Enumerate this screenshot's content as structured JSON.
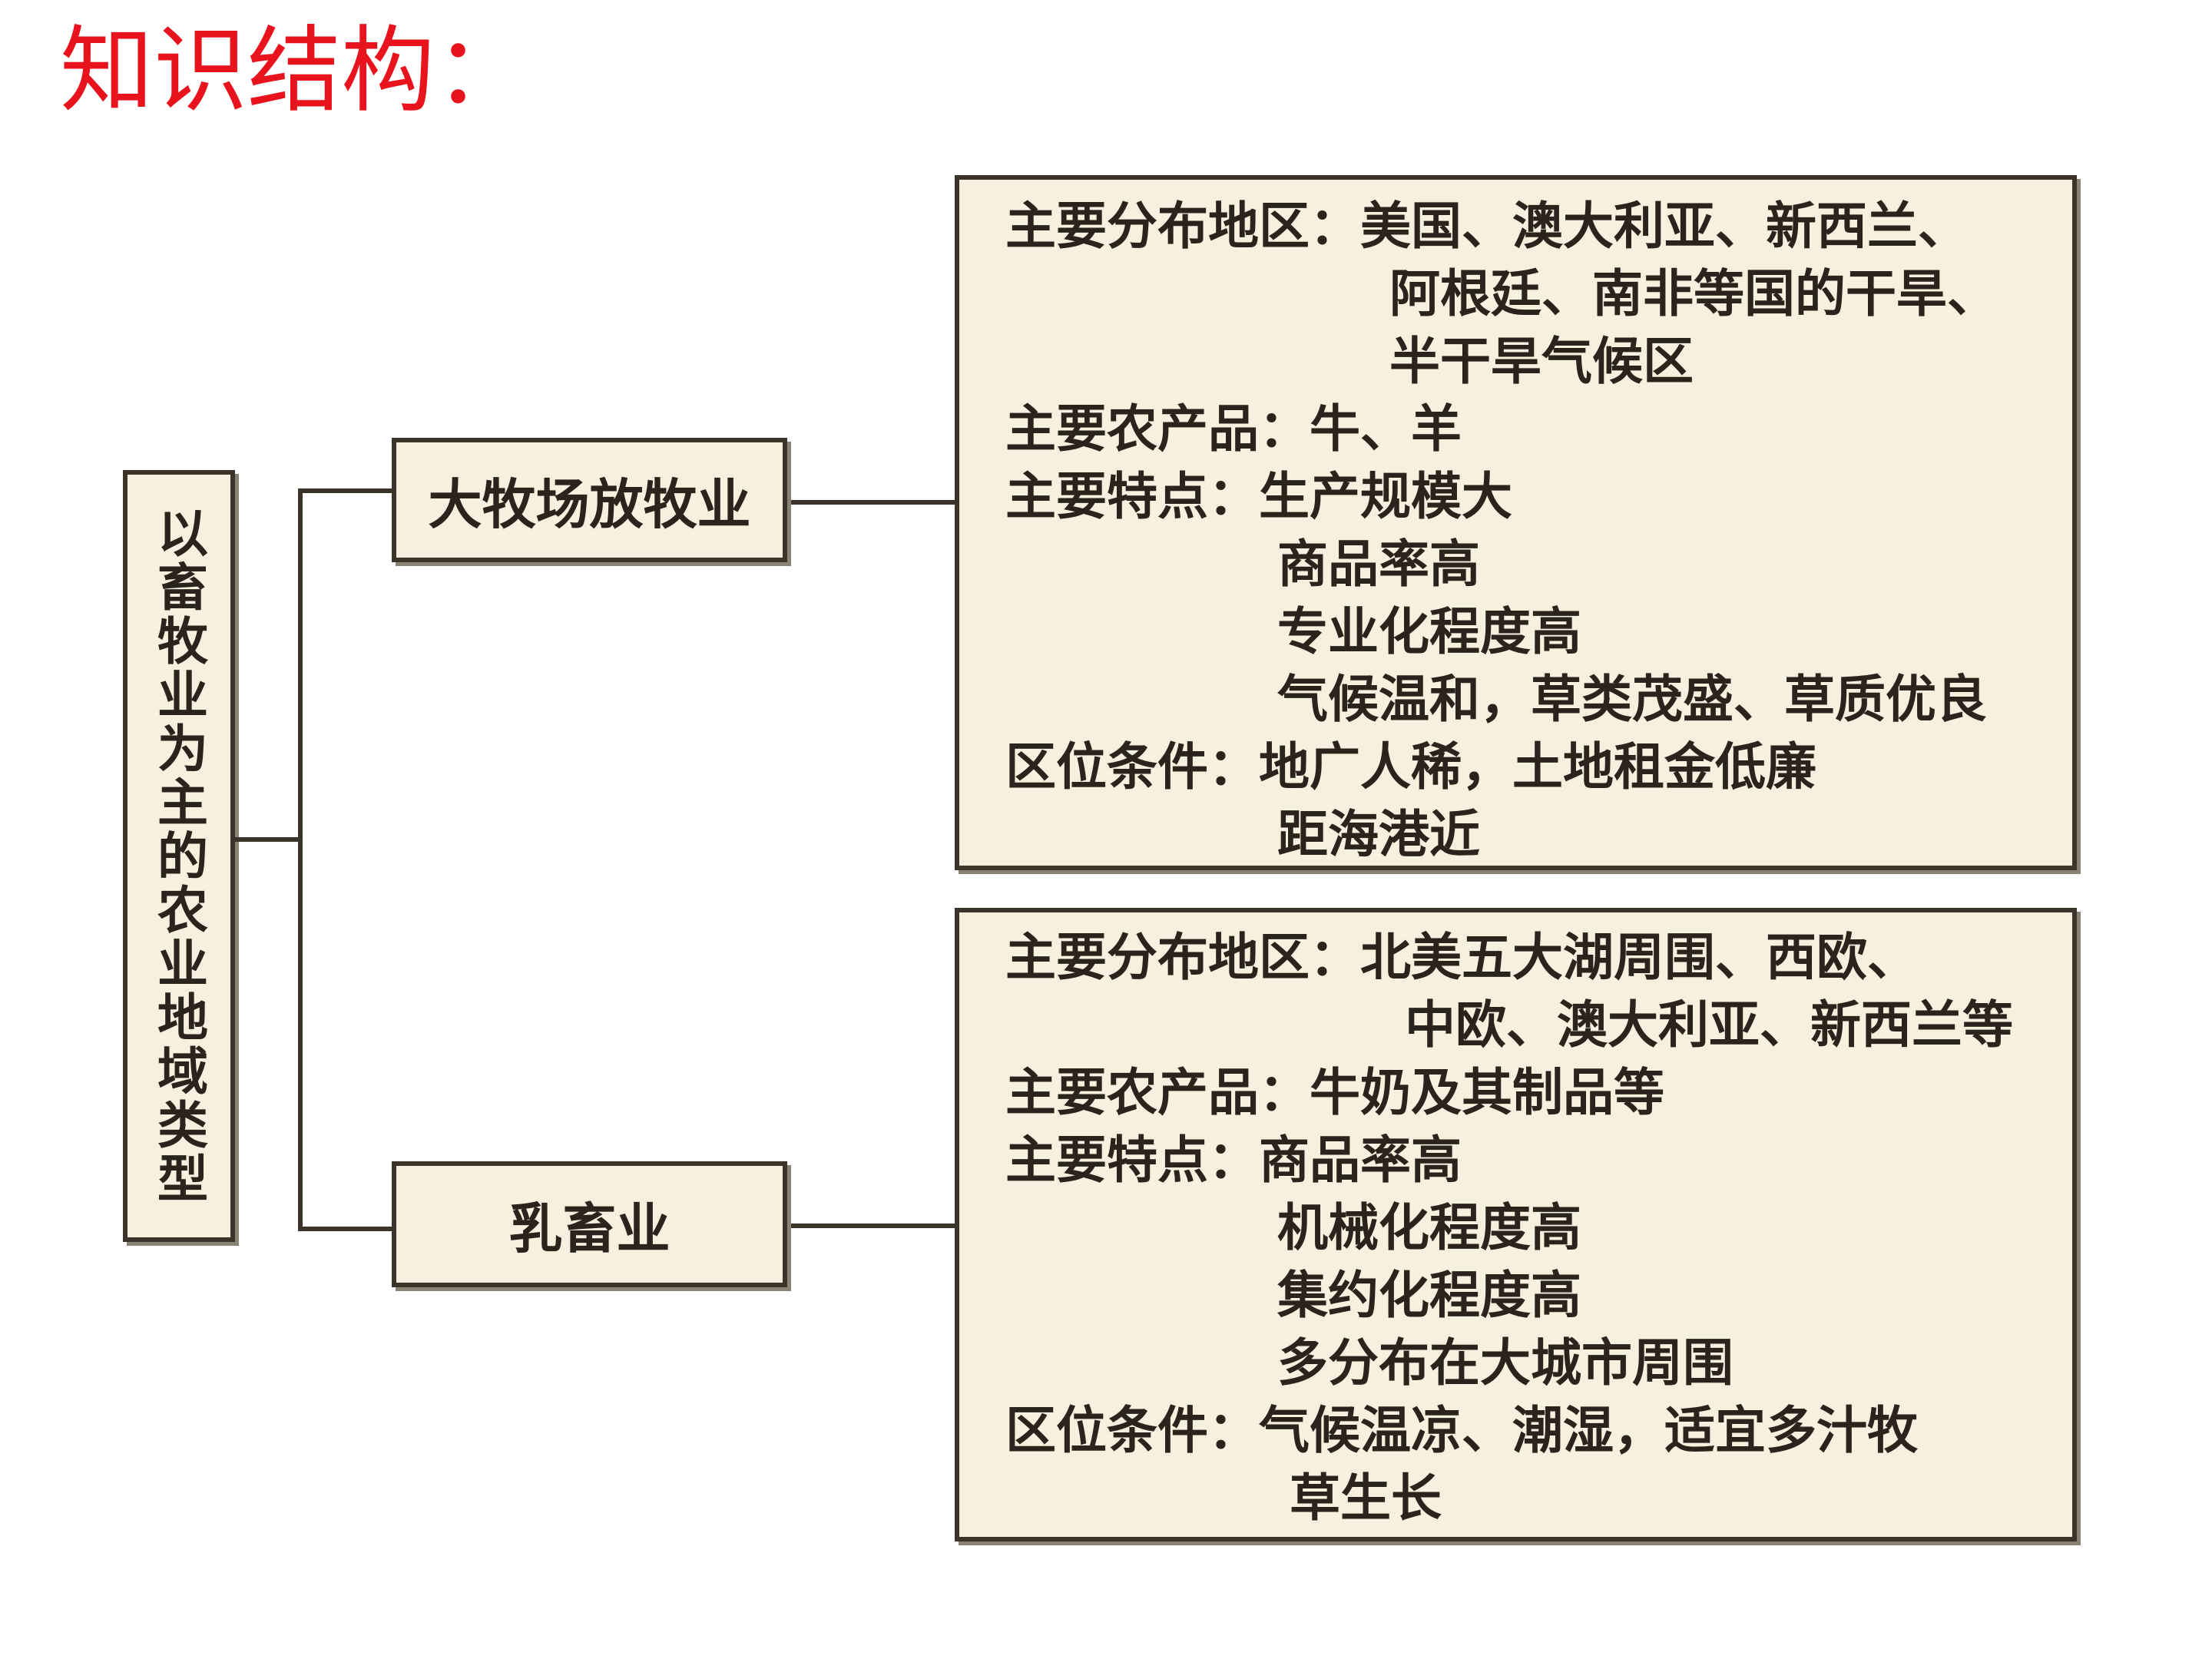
{
  "page_title": "知识结构：",
  "root": {
    "label": "以畜牧业为主的农业地域类型"
  },
  "branches": [
    {
      "label": "大牧场放牧业",
      "details": [
        "主要分布地区：美国、澳大利亚、新西兰、",
        "阿根廷、南非等国的干旱、",
        "半干旱气候区",
        "主要农产品：牛、羊",
        "主要特点：生产规模大",
        "商品率高",
        "专业化程度高",
        "气候温和，草类茂盛、草质优良",
        "区位条件：地广人稀，土地租金低廉",
        "距海港近"
      ]
    },
    {
      "label": "乳畜业",
      "details": [
        "主要分布地区：北美五大湖周围、西欧、",
        "中欧、澳大利亚、新西兰等",
        "主要农产品：牛奶及其制品等",
        "主要特点：商品率高",
        "机械化程度高",
        "集约化程度高",
        "多分布在大城市周围",
        "区位条件：气候温凉、潮湿，适宜多汁牧",
        "草生长"
      ]
    }
  ],
  "colors": {
    "title": "#e8131d",
    "box_fill": "#f6f0df",
    "border": "#3a342a"
  }
}
